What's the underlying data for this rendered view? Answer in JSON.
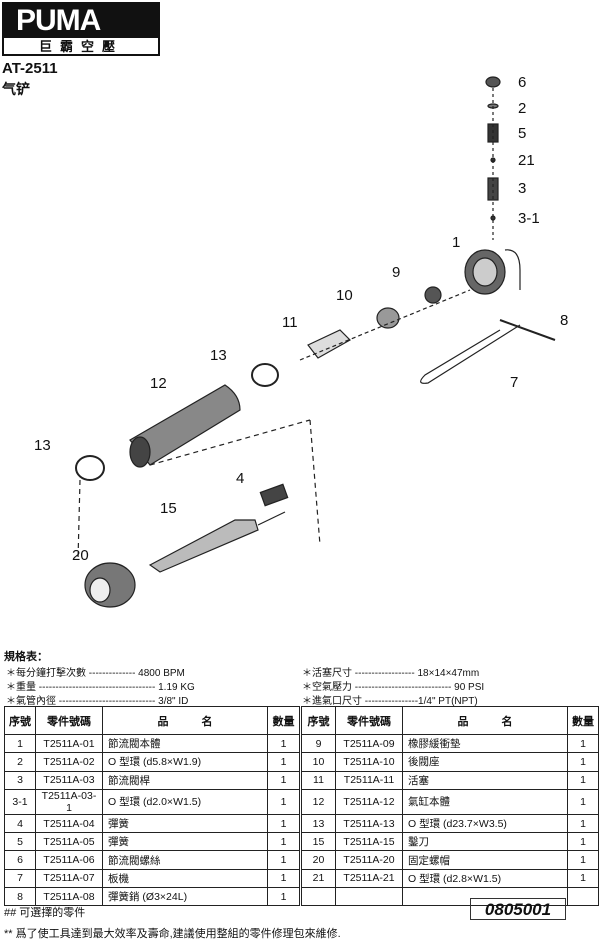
{
  "logo": {
    "brand": "PUMA",
    "subtitle": "巨霸空壓"
  },
  "model": "AT-2511",
  "product": "气铲",
  "diagram_labels": [
    "6",
    "2",
    "5",
    "21",
    "3",
    "3-1",
    "1",
    "9",
    "10",
    "11",
    "8",
    "7",
    "13",
    "12",
    "13",
    "4",
    "15",
    "20"
  ],
  "spec_title": "規格表：",
  "specs": [
    "＊每分鐘打擊次數 -------------- 4800 BPM",
    "＊重量 ----------------------------------- 1.19 KG",
    "＊氣管內徑 ----------------------------- 3/8\" ID",
    "＊活塞尺寸 ------------------ 18×14×47mm",
    "＊空氣壓力 ----------------------------- 90 PSI",
    "＊進氣口尺寸 ----------------1/4\" PT(NPT)"
  ],
  "table": {
    "headers": [
      "序號",
      "零件號碼",
      "品　　　名",
      "數量"
    ],
    "left": [
      [
        "1",
        "T2511A-01",
        "節流閥本體",
        "1"
      ],
      [
        "2",
        "T2511A-02",
        "O 型環 (d5.8×W1.9)",
        "1"
      ],
      [
        "3",
        "T2511A-03",
        "節流閥桿",
        "1"
      ],
      [
        "3-1",
        "T2511A-03-1",
        "O 型環 (d2.0×W1.5)",
        "1"
      ],
      [
        "4",
        "T2511A-04",
        "彈簧",
        "1"
      ],
      [
        "5",
        "T2511A-05",
        "彈簧",
        "1"
      ],
      [
        "6",
        "T2511A-06",
        "節流閥螺絲",
        "1"
      ],
      [
        "7",
        "T2511A-07",
        "板機",
        "1"
      ],
      [
        "8",
        "T2511A-08",
        "彈簧銷 (Ø3×24L)",
        "1"
      ]
    ],
    "right": [
      [
        "9",
        "T2511A-09",
        "橡膠緩衝墊",
        "1"
      ],
      [
        "10",
        "T2511A-10",
        "後閥座",
        "1"
      ],
      [
        "11",
        "T2511A-11",
        "活塞",
        "1"
      ],
      [
        "12",
        "T2511A-12",
        "氣缸本體",
        "1"
      ],
      [
        "13",
        "T2511A-13",
        "O 型環 (d23.7×W3.5)",
        "1"
      ],
      [
        "15",
        "T2511A-15",
        "鑿刀",
        "1"
      ],
      [
        "20",
        "T2511A-20",
        "固定螺帽",
        "1"
      ],
      [
        "21",
        "T2511A-21",
        "O 型環 (d2.8×W1.5)",
        "1"
      ],
      [
        "",
        "",
        "",
        ""
      ]
    ]
  },
  "notes": {
    "optional": "## 可選擇的零件",
    "advice": "** 爲了使工具達到最大效率及壽命,建議使用整組的零件修理包來維修."
  },
  "doc_code": "0805001"
}
